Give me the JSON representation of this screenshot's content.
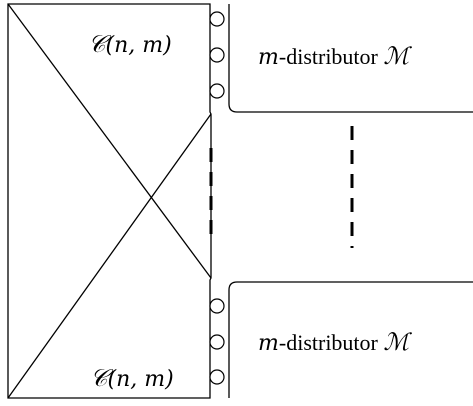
{
  "top_left": {
    "label_symbol": "𝒞",
    "label_args": "(n, m)"
  },
  "bottom_left": {
    "label_symbol": "𝒞",
    "label_args": "(n, m)"
  },
  "top_right": {
    "label_var": "m",
    "label_text": "-distributor ",
    "label_symbol": "ℳ"
  },
  "bottom_right": {
    "label_var": "m",
    "label_text": "-distributor ",
    "label_symbol": "ℳ"
  },
  "colors": {
    "stroke": "#000000",
    "background": "#ffffff"
  }
}
